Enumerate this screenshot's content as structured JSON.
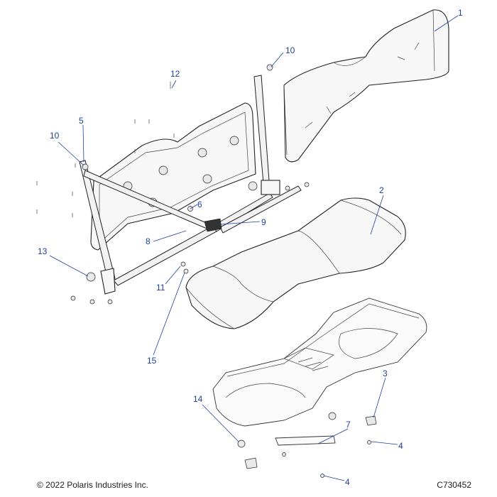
{
  "callouts": [
    {
      "id": "c1",
      "label": "1"
    },
    {
      "id": "c2",
      "label": "2"
    },
    {
      "id": "c3",
      "label": "3"
    },
    {
      "id": "c4a",
      "label": "4"
    },
    {
      "id": "c4b",
      "label": "4"
    },
    {
      "id": "c5",
      "label": "5"
    },
    {
      "id": "c6",
      "label": "6"
    },
    {
      "id": "c7",
      "label": "7"
    },
    {
      "id": "c8",
      "label": "8"
    },
    {
      "id": "c9",
      "label": "9"
    },
    {
      "id": "c10a",
      "label": "10"
    },
    {
      "id": "c10b",
      "label": "10"
    },
    {
      "id": "c11",
      "label": "11"
    },
    {
      "id": "c12",
      "label": "12"
    },
    {
      "id": "c13",
      "label": "13"
    },
    {
      "id": "c14",
      "label": "14"
    },
    {
      "id": "c15",
      "label": "15"
    }
  ],
  "footer": {
    "copyright": "© 2022 Polaris Industries Inc.",
    "code": "C730452"
  },
  "colors": {
    "callout": "#1f3f9e",
    "line": "#222222"
  }
}
